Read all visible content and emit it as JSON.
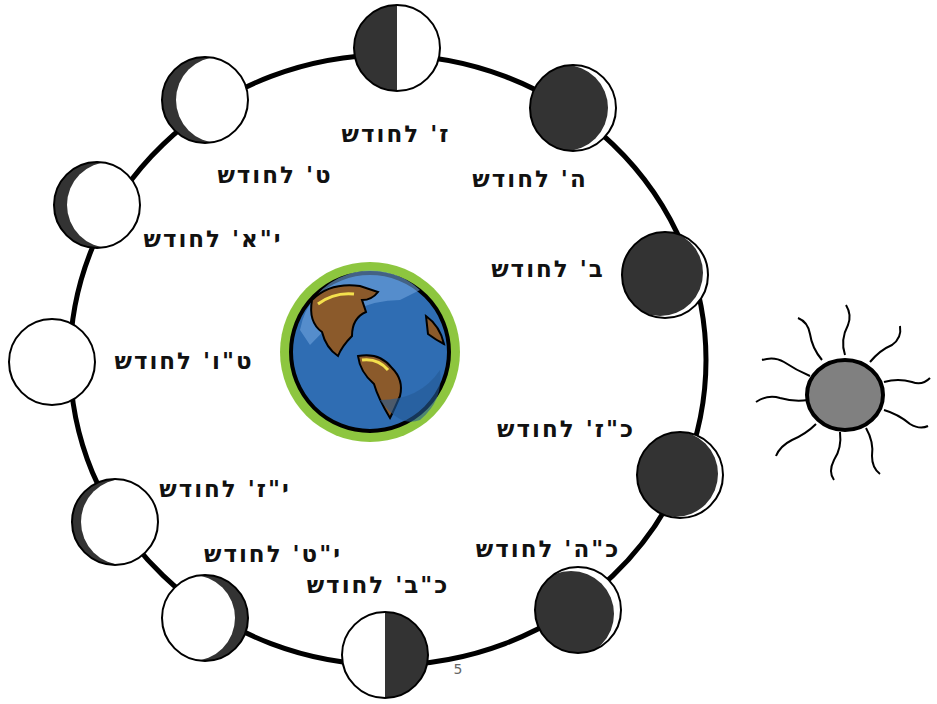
{
  "diagram": {
    "labels": [
      "ז' לחודש",
      "ט' לחודש",
      "ה' לחודש",
      "י\"א' לחודש",
      "ב' לחודש",
      "ט\"ו' לחודש",
      "כ\"ז' לחודש",
      "י\"ז' לחודש",
      "י\"ט' לחודש",
      "כ\"ה' לחודש",
      "כ\"ב' לחודש",
      "5"
    ]
  }
}
